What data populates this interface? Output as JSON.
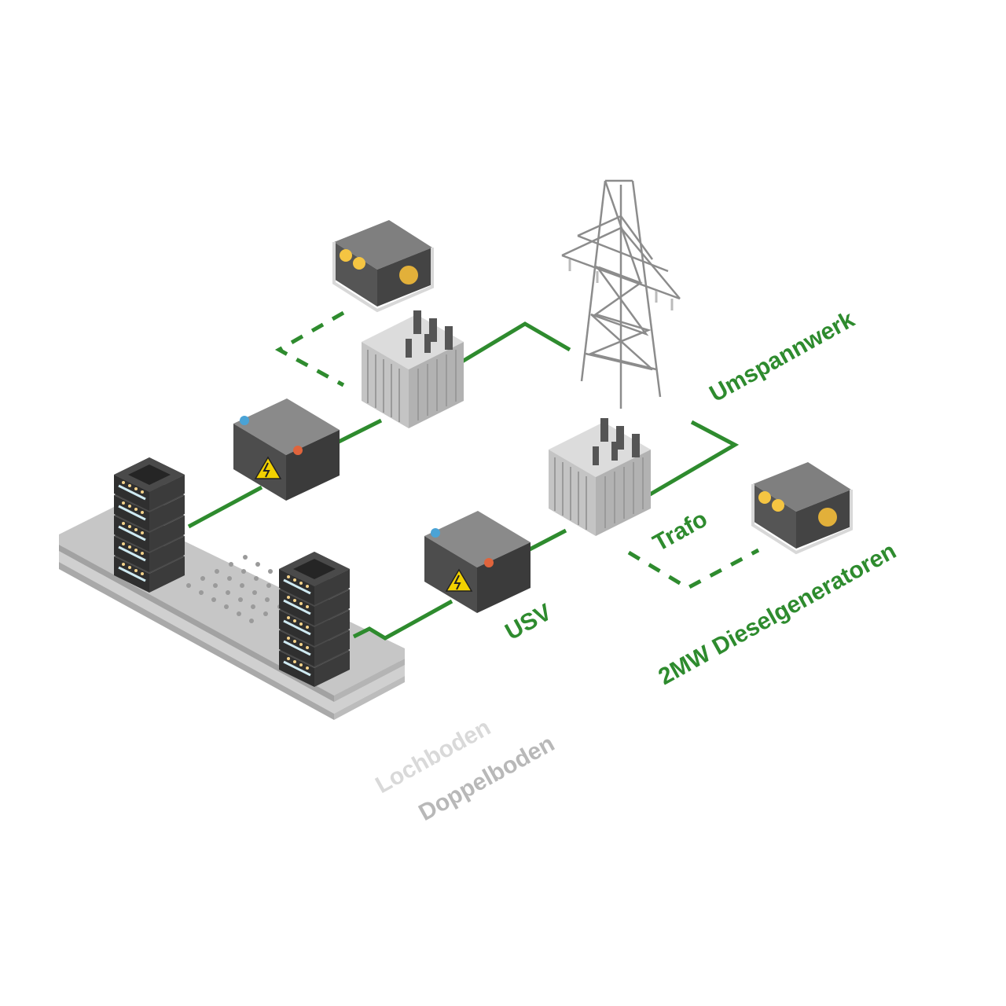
{
  "colors": {
    "connection": "#2e8b2e",
    "label_green": "#2e8b2e",
    "label_grey_light": "#d9d9d9",
    "label_grey_dark": "#b8b8b8",
    "server_rack": "#3a3a3a",
    "floor": "#c9c9c9"
  },
  "labels": {
    "substation": "Umspannwerk",
    "transformer": "Trafo",
    "ups": "USV",
    "generators": "2MW Dieselgeneratoren",
    "perforated_floor": "Lochboden",
    "raised_floor": "Doppelboden"
  },
  "icons": [
    "power-pylon-icon",
    "transformer-icon",
    "diesel-generator-icon",
    "battery-icon",
    "server-rack-icon",
    "raised-floor-icon"
  ]
}
